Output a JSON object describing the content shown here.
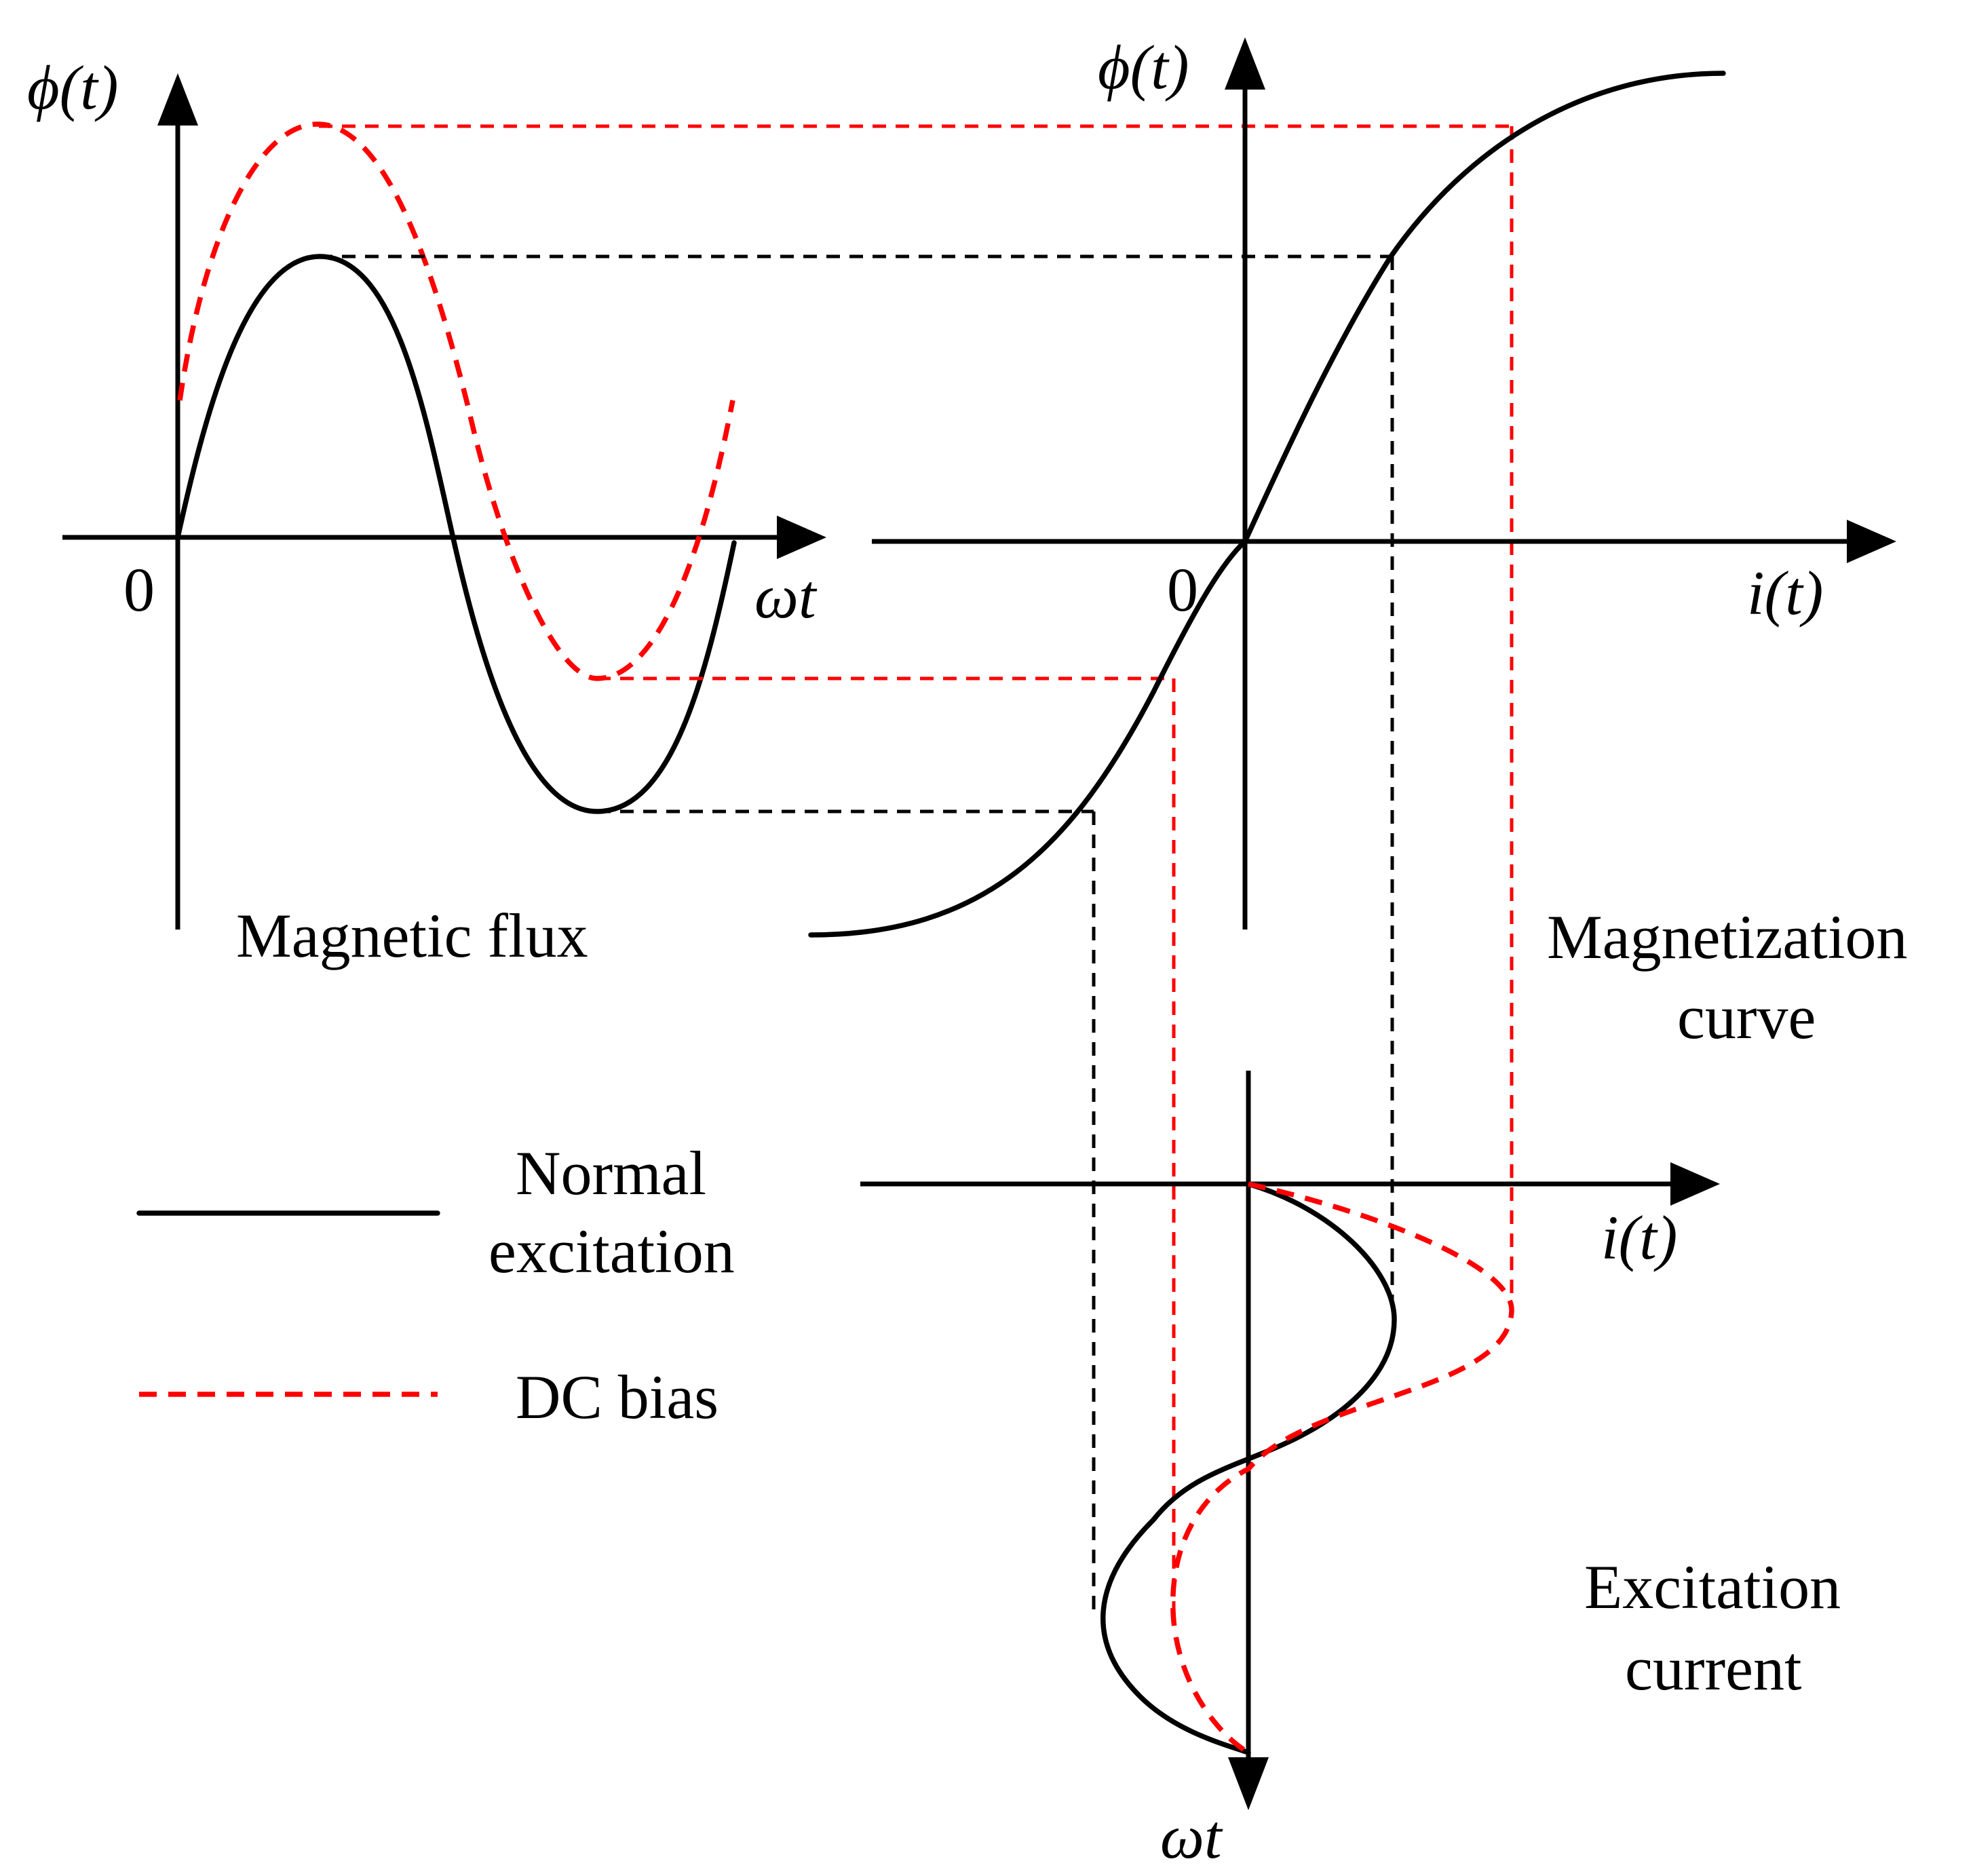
{
  "labels": {
    "flux_axis": "ϕ(t)",
    "curve_phi_axis": "ϕ(t)",
    "omega_t": "ωt",
    "omega_t_bottom": "ωt",
    "i_t": "i(t)",
    "i_t_lower": "i(t)",
    "zero_left": "0",
    "zero_right": "0"
  },
  "panels": {
    "flux_title": "Magnetic flux",
    "magnetization_line1": "Magnetization",
    "magnetization_line2": "curve",
    "excitation_line1": "Excitation",
    "excitation_line2": "current"
  },
  "legend": {
    "normal_line1": "Normal",
    "normal_line2": "excitation",
    "dc_bias": "DC bias"
  },
  "colors": {
    "normal": "#000000",
    "dc_bias": "#ff0000"
  }
}
